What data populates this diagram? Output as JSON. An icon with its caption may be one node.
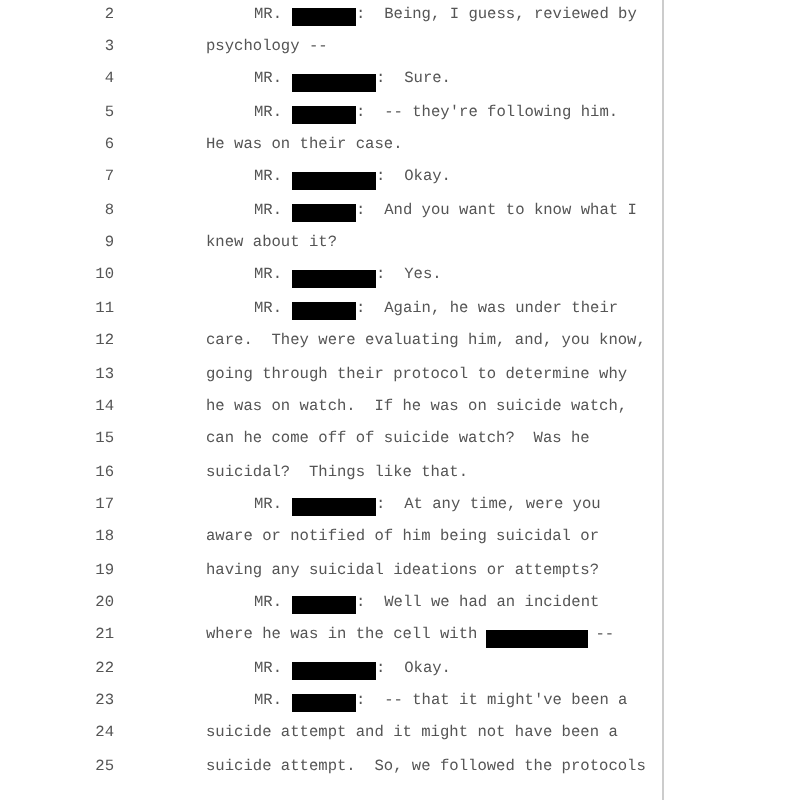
{
  "diagram": {
    "labels": [
      "2",
      "MR.",
      ":  Being, I guess, reviewed by",
      "3",
      "psychology --",
      "4",
      "MR.",
      ":  Sure.",
      "5",
      "MR.",
      ":  -- they're following him.",
      "6",
      "He was on their case.",
      "7",
      "MR.",
      ":  Okay.",
      "8",
      "MR.",
      ":  And you want to know what I",
      "9",
      "knew about it?",
      "10",
      "MR.",
      ":  Yes.",
      "11",
      "MR.",
      ":  Again, he was under their",
      "12",
      "care.  They were evaluating him, and, you know,",
      "13",
      "going through their protocol to determine why",
      "14",
      "he was on watch.  If he was on suicide watch,",
      "15",
      "can he come off of suicide watch?  Was he",
      "16",
      "suicidal?  Things like that.",
      "17",
      "MR.",
      ":  At any time, were you",
      "18",
      "aware or notified of him being suicidal or",
      "19",
      "having any suicidal ideations or attempts?",
      "20",
      "MR.",
      ":  Well we had an incident",
      "21",
      "where he was in the cell with",
      "--",
      "22",
      "MR.",
      ":  Okay.",
      "23",
      "MR.",
      ":  -- that it might've been a",
      "24",
      "suicide attempt and it might not have been a",
      "25",
      "suicide attempt.  So, we followed the protocols"
    ]
  }
}
